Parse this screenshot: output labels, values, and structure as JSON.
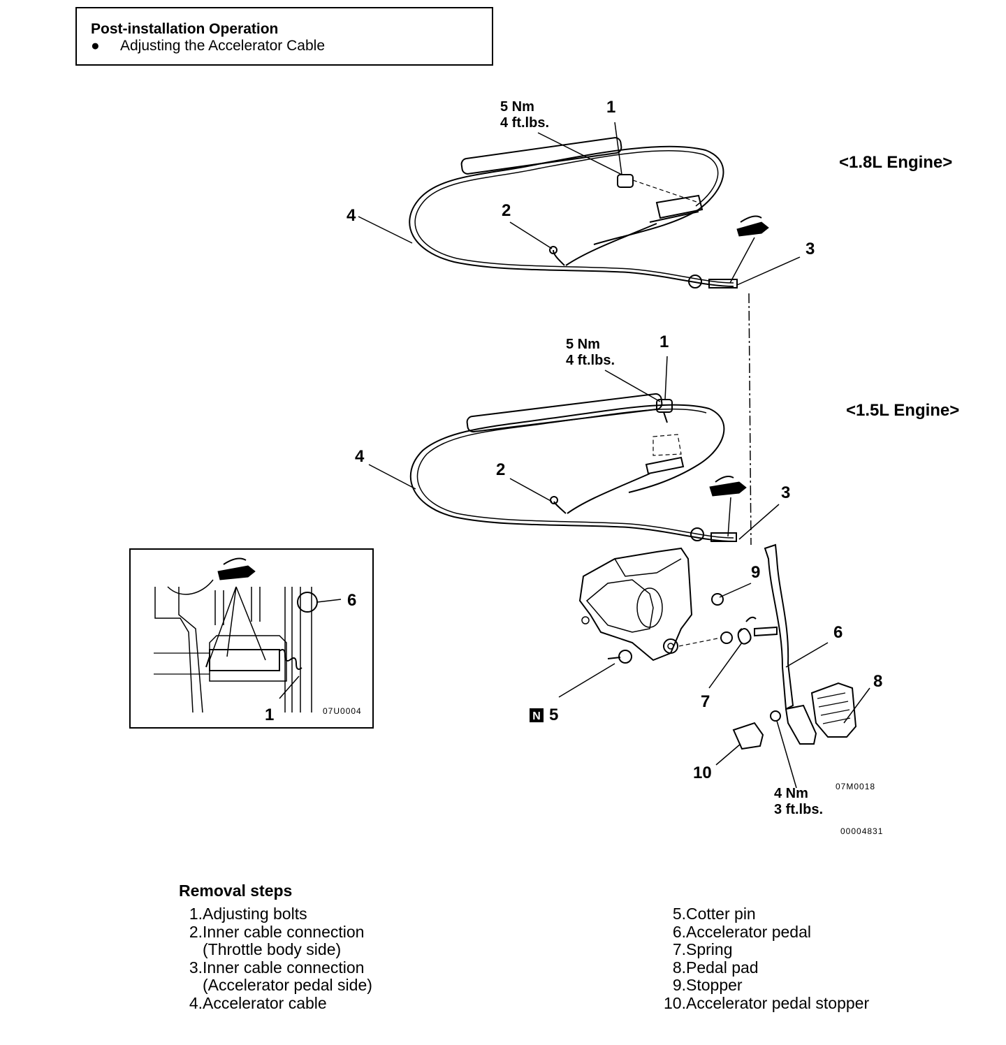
{
  "note": {
    "title": "Post-installation Operation",
    "bullet": "●",
    "item": "Adjusting the Accelerator Cable"
  },
  "variants": {
    "upper": "<1.8L Engine>",
    "lower": "<1.5L Engine>"
  },
  "torque": {
    "upper": {
      "nm": "5 Nm",
      "ftlbs": "4 ft.lbs."
    },
    "lower": {
      "nm": "5 Nm",
      "ftlbs": "4 ft.lbs."
    },
    "stopper": {
      "nm": "4 Nm",
      "ftlbs": "3 ft.lbs."
    }
  },
  "callouts": {
    "c1": "1",
    "c2": "2",
    "c3": "3",
    "c4": "4",
    "c5": "5",
    "c6": "6",
    "c7": "7",
    "c8": "8",
    "c9": "9",
    "c10": "10",
    "n_badge": "N"
  },
  "codes": {
    "inset": "07U0004",
    "pedal": "07M0018",
    "figure": "00004831"
  },
  "removal": {
    "title": "Removal steps",
    "left": [
      {
        "num": "1.",
        "text": "Adjusting bolts"
      },
      {
        "num": "2.",
        "text": "Inner cable connection",
        "sub": "(Throttle body side)"
      },
      {
        "num": "3.",
        "text": "Inner cable connection",
        "sub": "(Accelerator pedal side)"
      },
      {
        "num": "4.",
        "text": "Accelerator cable"
      }
    ],
    "right": [
      {
        "num": "5.",
        "text": "Cotter pin"
      },
      {
        "num": "6.",
        "text": "Accelerator pedal"
      },
      {
        "num": "7.",
        "text": "Spring"
      },
      {
        "num": "8.",
        "text": "Pedal pad"
      },
      {
        "num": "9.",
        "text": "Stopper"
      },
      {
        "num": "10.",
        "text": "Accelerator pedal stopper"
      }
    ]
  },
  "colors": {
    "ink": "#000000",
    "paper": "#ffffff"
  }
}
